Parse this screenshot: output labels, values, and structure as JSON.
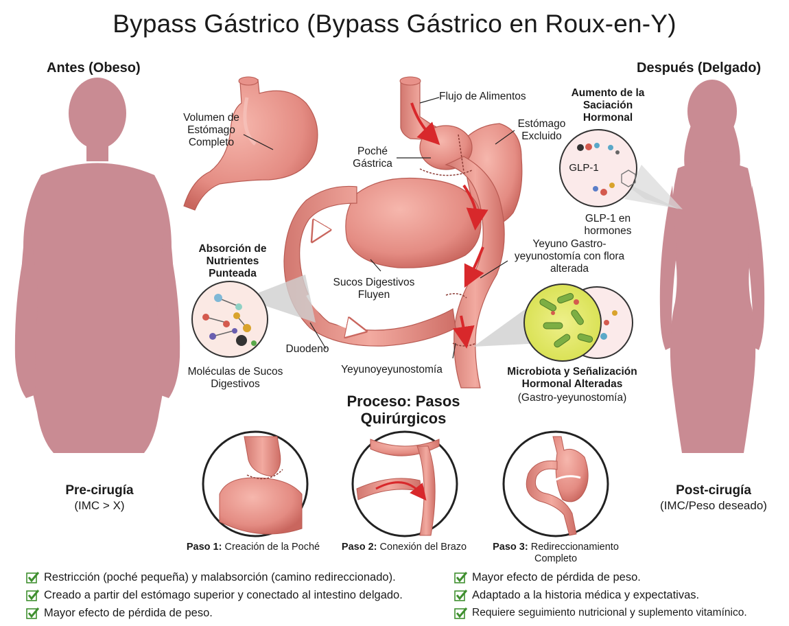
{
  "title": "Bypass Gástrico (Bypass Gástrico en Roux-en-Y)",
  "before": {
    "header": "Antes (Obeso)",
    "stage": "Pre-cirugía",
    "sub": "(IMC > X)"
  },
  "after": {
    "header": "Después (Delgado)",
    "stage": "Post-cirugía",
    "sub": "(IMC/Peso deseado)"
  },
  "labels": {
    "full_stomach": "Volumen de Estómago Completo",
    "food_flow": "Flujo de Alimentos",
    "excluded_stomach": "Estómago Excluido",
    "gastric_pouch": "Poché Gástrica",
    "nutrient_absorption": "Absorción de Nutrientes Punteada",
    "digestive_juices": "Sucos Digestivos Fluyen",
    "duodenum": "Duodeno",
    "juice_molecules": "Moléculas de Sucos Digestivos",
    "jejunum": "Yeyuno Gastro-yeyunostomía con flora alterada",
    "jejunojejunostomy": "Yeyunoyeyunostomía",
    "hormonal_satiety": "Aumento de la Saciación Hormonal",
    "glp1": "GLP-1",
    "glp1_hormones": "GLP-1 en hormones",
    "microbiota_title": "Microbiota y Señalización Hormonal Alteradas",
    "microbiota_sub": "(Gastro-yeyunostomía)"
  },
  "process": {
    "title": "Proceso: Pasos Quirúrgicos",
    "steps": [
      {
        "num": "Paso 1:",
        "text": "Creación de la Poché"
      },
      {
        "num": "Paso 2:",
        "text": "Conexión del Brazo"
      },
      {
        "num": "Paso 3:",
        "text": "Redireccionamiento Completo"
      }
    ]
  },
  "bullets_left": [
    "Restricción (poché pequeña) y malabsorción (camino redireccionado).",
    "Creado a partir del estómago superior y conectado al intestino delgado.",
    "Mayor efecto de pérdida de peso."
  ],
  "bullets_right": [
    "Mayor efecto de pérdida de peso.",
    "Adaptado a la historia médica y expectativas.",
    "Requiere seguimiento nutricional y suplemento vitamínico."
  ],
  "colors": {
    "silhouette": "#c98b93",
    "tissue": "#e8928a",
    "tissue_dark": "#c9675f",
    "arrow": "#d8282b",
    "check": "#3f8f2f",
    "bacteria_bg": "#e8ec6a",
    "bacteria": "#7cae44"
  }
}
